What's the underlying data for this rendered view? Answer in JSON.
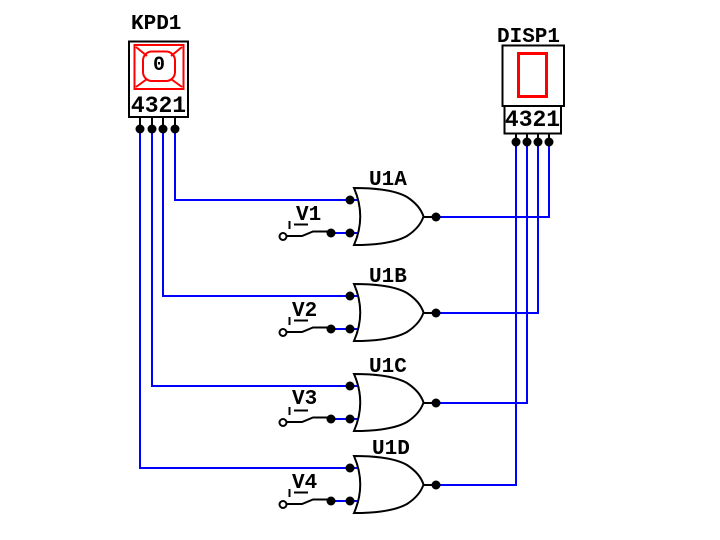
{
  "app": {
    "background_color": "#ffffff",
    "wire_color": "#0000ff",
    "symbol_accent_color": "#ff0000",
    "outline_color": "#000000"
  },
  "components": {
    "keypad": {
      "ref": "KPD1",
      "pins_label": "4321",
      "key_label": "0"
    },
    "display": {
      "ref": "DISP1",
      "pins_label": "4321"
    },
    "gates": [
      {
        "ref": "U1A",
        "type": "OR"
      },
      {
        "ref": "U1B",
        "type": "OR"
      },
      {
        "ref": "U1C",
        "type": "OR"
      },
      {
        "ref": "U1D",
        "type": "OR"
      }
    ],
    "switches": [
      {
        "ref": "V1"
      },
      {
        "ref": "V2"
      },
      {
        "ref": "V3"
      },
      {
        "ref": "V4"
      }
    ]
  },
  "nets": [
    {
      "from": "KPD1 pin 1",
      "to": "U1A input 1"
    },
    {
      "from": "V1 switch",
      "to": "U1A input 2"
    },
    {
      "from": "U1A output",
      "to": "DISP1 pin 1"
    },
    {
      "from": "KPD1 pin 2",
      "to": "U1B input 1"
    },
    {
      "from": "V2 switch",
      "to": "U1B input 2"
    },
    {
      "from": "U1B output",
      "to": "DISP1 pin 2"
    },
    {
      "from": "KPD1 pin 3",
      "to": "U1C input 1"
    },
    {
      "from": "V3 switch",
      "to": "U1C input 2"
    },
    {
      "from": "U1C output",
      "to": "DISP1 pin 3"
    },
    {
      "from": "KPD1 pin 4",
      "to": "U1D input 1"
    },
    {
      "from": "V4 switch",
      "to": "U1D input 2"
    },
    {
      "from": "U1D output",
      "to": "DISP1 pin 4"
    }
  ]
}
